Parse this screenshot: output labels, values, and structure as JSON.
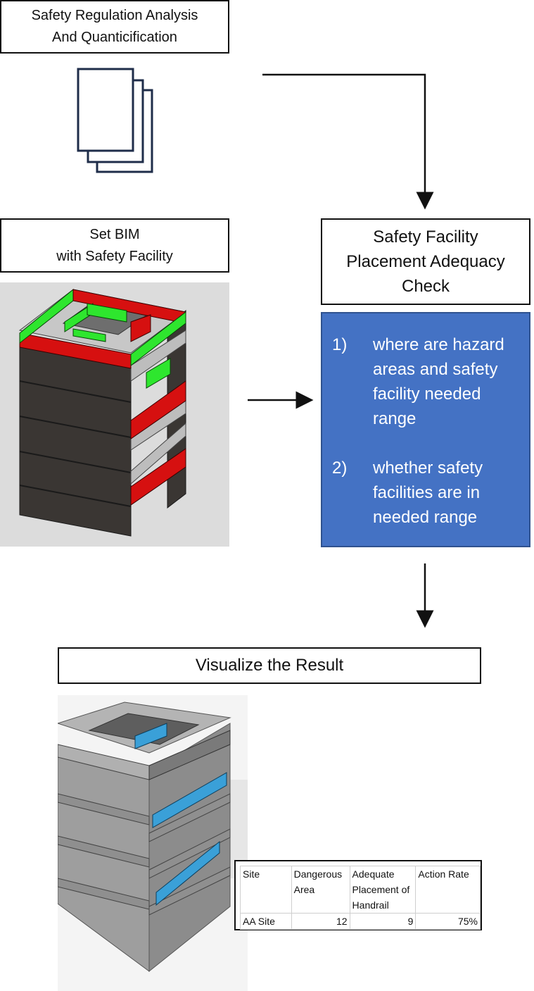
{
  "steps": {
    "regulation": {
      "line1": "Safety Regulation Analysis",
      "line2": "And Quanticification"
    },
    "bim": {
      "line1": "Set BIM",
      "line2": "with Safety Facility"
    },
    "check": {
      "line1": "Safety Facility",
      "line2": "Placement Adequacy",
      "line3": "Check"
    },
    "visualize": {
      "title": "Visualize the Result"
    }
  },
  "check_items": [
    {
      "num": "1)",
      "text": "where are hazard areas  and safety facility needed range"
    },
    {
      "num": "2)",
      "text": "whether safety facilities are in needed range"
    }
  ],
  "result_table": {
    "headers": [
      "Site",
      "Dangerous Area",
      "Adequate Placement of Handrail",
      "Action Rate"
    ],
    "rows": [
      {
        "site": "AA Site",
        "dangerous": "12",
        "adequate": "9",
        "rate": "75%"
      }
    ]
  },
  "colors": {
    "check_fill": "#4472c4",
    "safe": "#22ee22",
    "hazard": "#ee1111",
    "highlight": "#3aa0d8"
  },
  "icons": {
    "document": "document-stack-icon"
  }
}
